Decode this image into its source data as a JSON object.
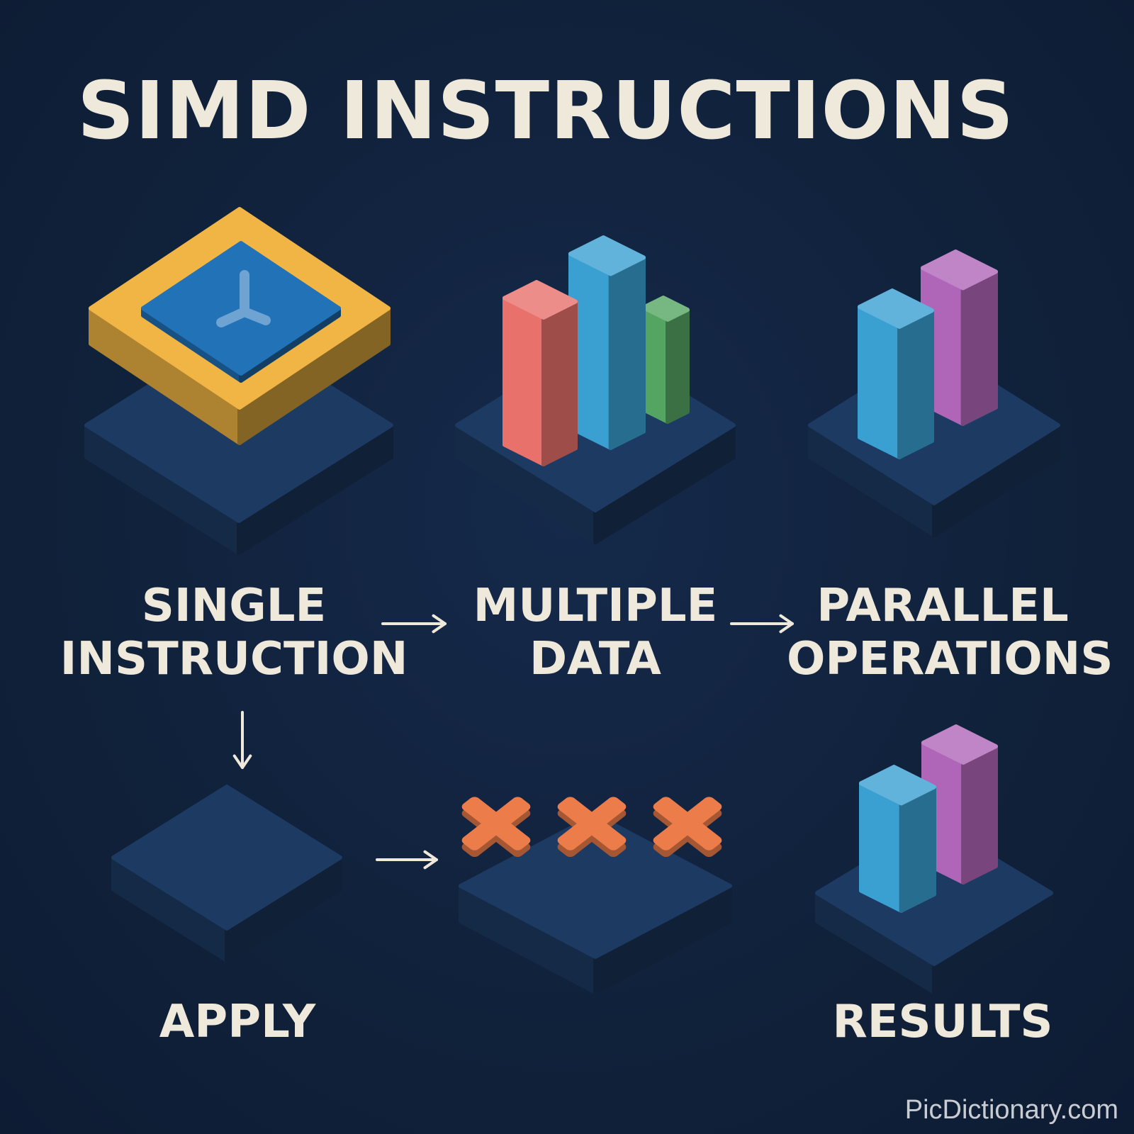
{
  "title": "SIMD INSTRUCTIONS",
  "labels": {
    "single_instruction": [
      "SINGLE",
      "INSTRUCTION"
    ],
    "multiple_data": [
      "MULTIPLE",
      "DATA"
    ],
    "parallel_operations": [
      "PARALLEL",
      "OPERATIONS"
    ],
    "apply": "APPLY",
    "results": "RESULTS"
  },
  "watermark": "PicDictionary.com",
  "icons": {
    "instruction": "instruction-chip-icon",
    "data": "data-bars-icon",
    "operation": "multiply-cross-icon",
    "arrow": "arrow-icon"
  },
  "colors": {
    "background": "#10213a",
    "platform": "#1d3a62",
    "chip_yellow": "#f0b544",
    "chip_blue": "#2272b8",
    "bar_red": "#e8716c",
    "bar_blue": "#3aa0d2",
    "bar_green": "#55a562",
    "bar_purple": "#b066b8",
    "cross_orange": "#ec7c4a",
    "text": "#efe9dc"
  }
}
